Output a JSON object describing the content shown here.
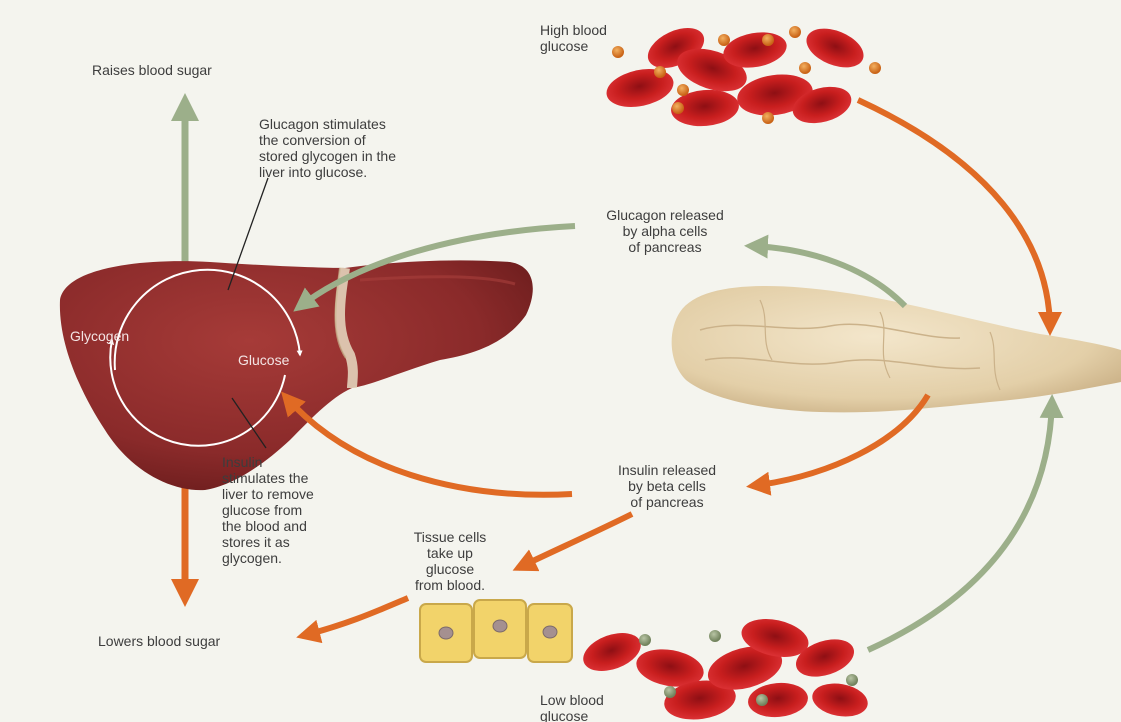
{
  "labels": {
    "raises": "Raises blood sugar",
    "lowers": "Lowers blood sugar",
    "glucagon_stimulates": "Glucagon stimulates\nthe conversion of\nstored glycogen in the\nliver into glucose.",
    "insulin_stimulates": "Insulin\nstimulates the\nliver to remove\nglucose from\nthe blood and\nstores it as\nglycogen.",
    "glycogen": "Glycogen",
    "glucose": "Glucose",
    "high_blood_glucose": "High blood\nglucose",
    "low_blood_glucose": "Low blood\nglucose",
    "glucagon_released": "Glucagon released\nby alpha cells\nof pancreas",
    "insulin_released": "Insulin released\nby beta cells\nof pancreas",
    "tissue_cells": "Tissue cells\ntake up\nglucose\nfrom blood."
  },
  "colors": {
    "background": "#f4f4ee",
    "liver": "#8a2a2a",
    "pancreas": "#e6d5b4",
    "red_blood_cell": "#c81e1e",
    "glucose_particle_high": "#e07820",
    "glucose_particle_low": "#8fa07a",
    "raise_arrow": "#9caf8a",
    "lower_arrow": "#e06a24",
    "tissue_cell": "#f2d36a"
  }
}
